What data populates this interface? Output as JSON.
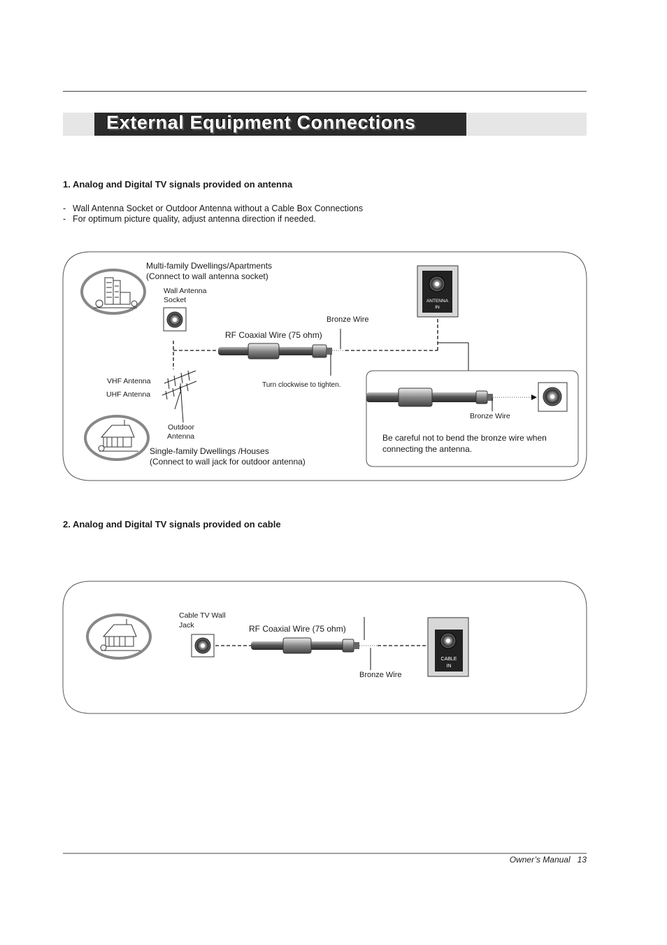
{
  "page": {
    "title": "External Equipment Connections",
    "footer": "Owner’s Manual   13"
  },
  "section1": {
    "heading": "1. Analog and Digital TV signals provided on antenna",
    "bullets": [
      "Wall Antenna Socket or Outdoor Antenna without a Cable Box Connections",
      "For optimum picture quality, adjust antenna direction if needed."
    ],
    "diagram": {
      "multifamily_line1": "Multi-family Dwellings/Apartments",
      "multifamily_line2": "(Connect to wall antenna socket)",
      "wall_socket_line1": "Wall Antenna",
      "wall_socket_line2": "Socket",
      "rf_coax": "RF Coaxial Wire (75 ohm)",
      "bronze_wire": "Bronze Wire",
      "turn_clockwise": "Turn clockwise to tighten.",
      "vhf": "VHF Antenna",
      "uhf": "UHF Antenna",
      "outdoor_line1": "Outdoor",
      "outdoor_line2": "Antenna",
      "singlefamily_line1": "Single-family Dwellings /Houses",
      "singlefamily_line2": "(Connect to wall jack for outdoor antenna)",
      "antenna_in_line1": "ANTENNA",
      "antenna_in_line2": "IN",
      "inset_bronze_wire": "Bronze Wire",
      "caution_line1": "Be careful not to bend the bronze wire when",
      "caution_line2": "connecting the antenna."
    }
  },
  "section2": {
    "heading": "2. Analog and Digital TV signals provided on cable",
    "diagram": {
      "wall_jack_line1": "Cable TV Wall",
      "wall_jack_line2": "Jack",
      "rf_coax": "RF Coaxial Wire (75 ohm)",
      "bronze_wire": "Bronze Wire",
      "cable_in_line1": "CABLE",
      "cable_in_line2": "IN"
    }
  }
}
